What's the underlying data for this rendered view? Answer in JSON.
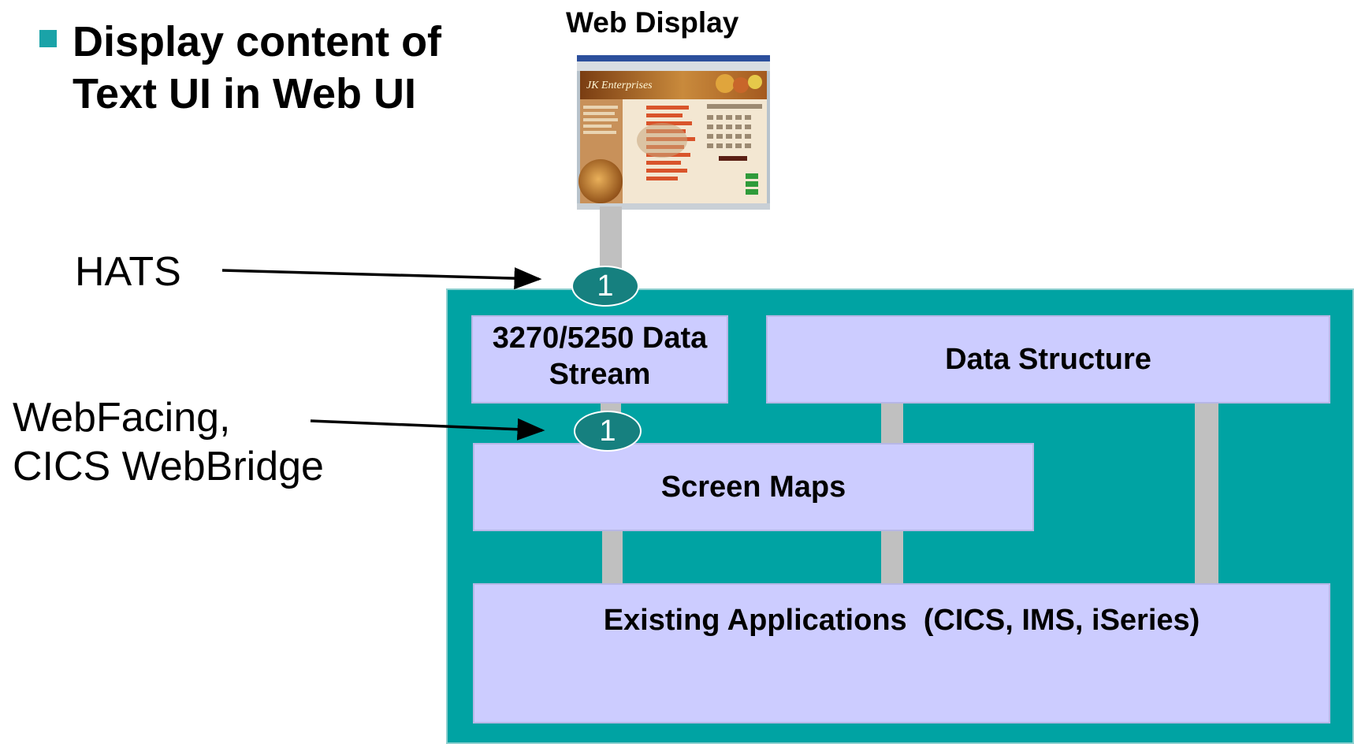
{
  "bullet": {
    "lines": [
      "Display content of",
      "Text UI in Web UI"
    ]
  },
  "web_display": {
    "title": "Web Display",
    "screenshot": {
      "header_text": "JK Enterprises"
    }
  },
  "labels": {
    "hats": "HATS",
    "webfacing": [
      "WebFacing,",
      "CICS WebBridge"
    ]
  },
  "markers": [
    "1",
    "1"
  ],
  "boxes": {
    "data_stream": [
      "3270/5250 Data",
      "Stream"
    ],
    "data_structure": "Data Structure",
    "screen_maps": "Screen Maps",
    "existing_apps": "Existing Applications  (CICS, IMS, iSeries)"
  },
  "colors": {
    "container": "#00a3a3",
    "box": "#ccccff",
    "marker": "#16807f",
    "connector": "#c0c0c0",
    "bullet": "#1aa3a8"
  }
}
